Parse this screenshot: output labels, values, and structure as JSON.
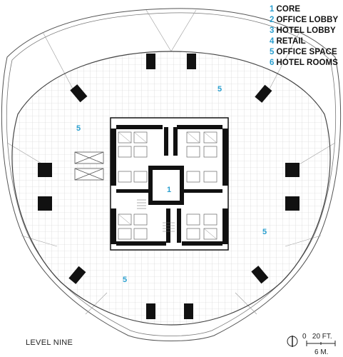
{
  "legend": [
    {
      "num": "1",
      "label": "CORE"
    },
    {
      "num": "2",
      "label": "OFFICE LOBBY"
    },
    {
      "num": "3",
      "label": "HOTEL LOBBY"
    },
    {
      "num": "4",
      "label": "RETAIL"
    },
    {
      "num": "5",
      "label": "OFFICE SPACE"
    },
    {
      "num": "6",
      "label": "HOTEL ROOMS"
    }
  ],
  "zone_labels": [
    "5",
    "5",
    "1",
    "5",
    "5"
  ],
  "caption": "LEVEL NINE",
  "scale": {
    "feet": "0   20 FT.",
    "meters": "6 M."
  },
  "colors": {
    "accent": "#2a9fcf",
    "walls": "#111111",
    "grid": "#c8c8c8"
  }
}
